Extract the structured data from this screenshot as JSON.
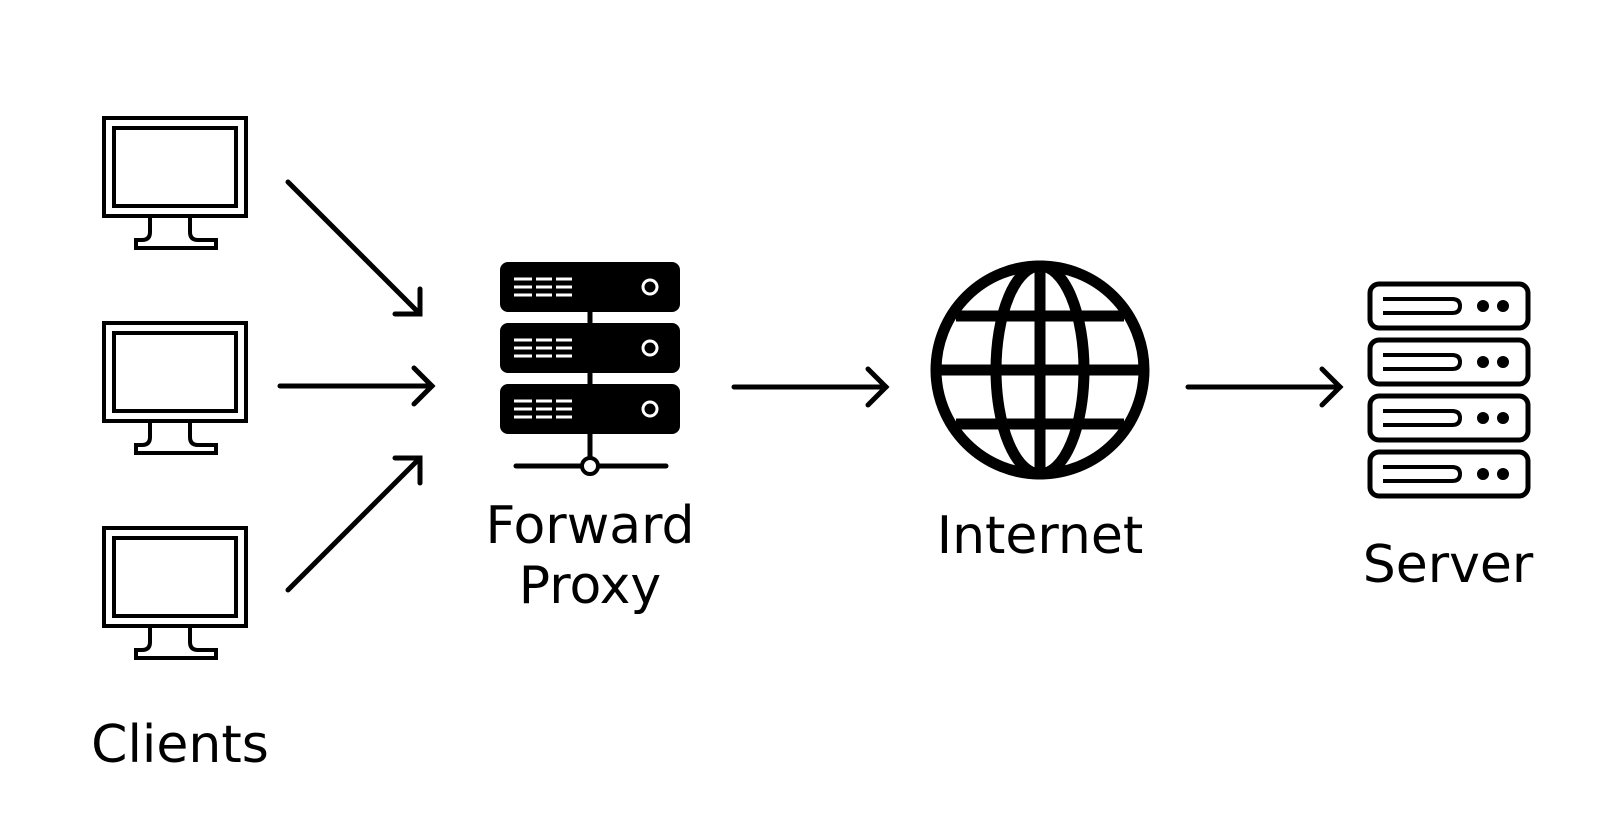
{
  "diagram": {
    "nodes": {
      "clients": {
        "label": "Clients",
        "icon": "monitor-icon",
        "count": 3
      },
      "proxy": {
        "label_lines": [
          "Forward",
          "Proxy"
        ],
        "icon": "server-rack-icon"
      },
      "internet": {
        "label": "Internet",
        "icon": "globe-icon"
      },
      "server": {
        "label": "Server",
        "icon": "server-stack-icon"
      }
    },
    "edges": [
      {
        "from": "clients",
        "to": "proxy"
      },
      {
        "from": "proxy",
        "to": "internet"
      },
      {
        "from": "internet",
        "to": "server"
      }
    ],
    "colors": {
      "stroke": "#000000",
      "background": "#ffffff"
    }
  }
}
